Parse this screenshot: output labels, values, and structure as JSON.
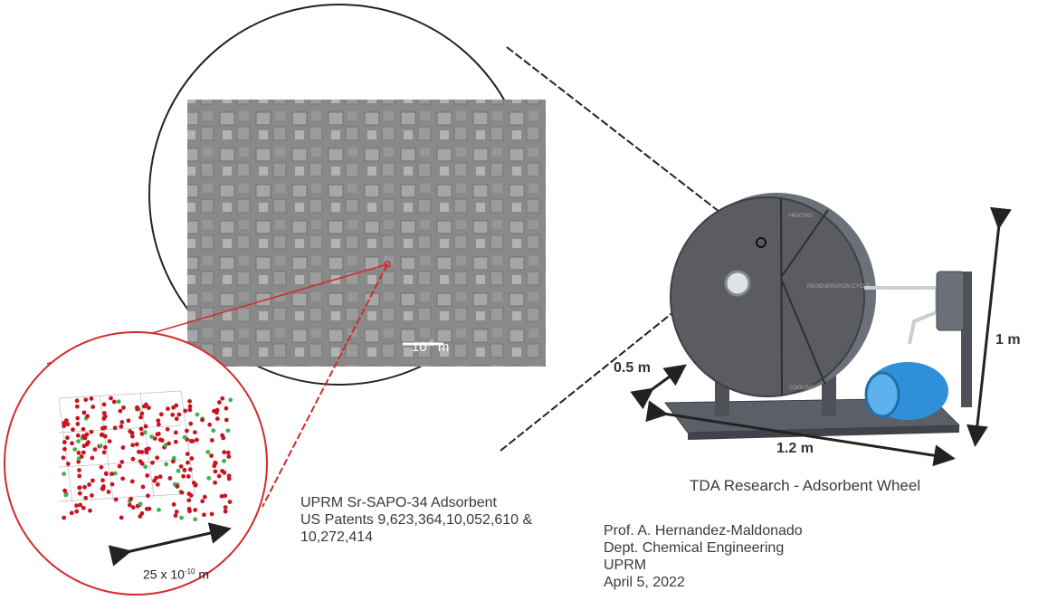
{
  "sem_image": {
    "scale_label": "10",
    "scale_exp": "-6",
    "scale_unit": " m"
  },
  "crystal": {
    "dimension_label": "25 x 10",
    "dimension_exp": "-10",
    "dimension_unit": " m"
  },
  "adsorbent": {
    "line1": "UPRM Sr-SAPO-34 Adsorbent",
    "line2": "US Patents 9,623,364,10,052,610 &",
    "line3": "10,272,414"
  },
  "wheel": {
    "caption": "TDA Research - Adsorbent Wheel",
    "dim_depth": "0.5 m",
    "dim_length": "1.2 m",
    "dim_height": "1 m",
    "sector_labels": [
      "HEATING",
      "REGENERATION CYCLE",
      "COOLING"
    ]
  },
  "author": {
    "line1": "Prof. A. Hernandez-Maldonado",
    "line2": "Dept. Chemical Engineering",
    "line3": "UPRM",
    "line4": "April 5, 2022"
  },
  "colors": {
    "magnifier": "#222222",
    "zoom_red": "#d42a2a",
    "wheel": "#55575b",
    "pump": "#2f8fd8"
  }
}
